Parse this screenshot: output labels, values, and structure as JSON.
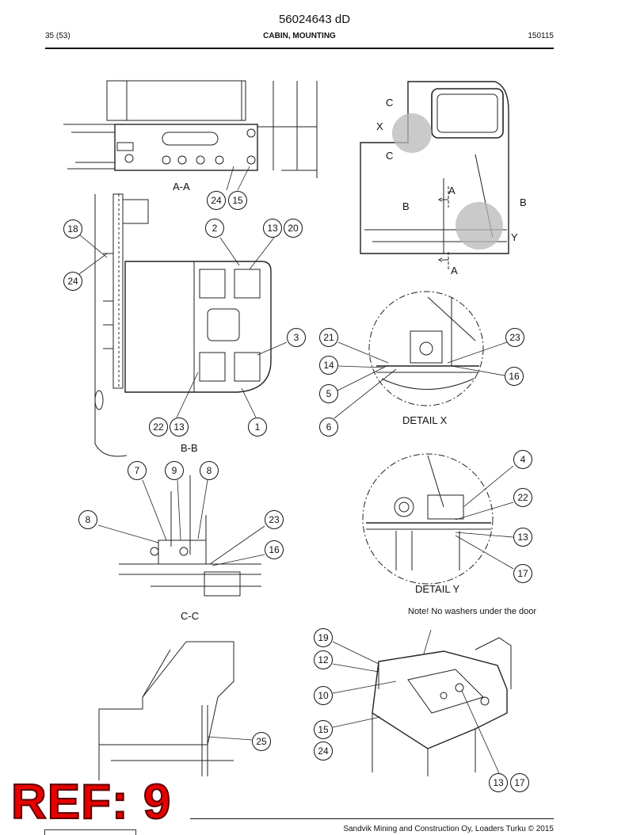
{
  "header": {
    "doc_number": "56024643 dD",
    "page": "35 (53)",
    "section": "CABIN, MOUNTING",
    "date": "150115"
  },
  "views": {
    "aa": "A-A",
    "bb": "B-B",
    "cc": "C-C",
    "detail_x": "DETAIL X",
    "detail_y": "DETAIL Y",
    "markers": {
      "c1": "C",
      "x": "X",
      "c2": "C",
      "a1": "A",
      "b1": "B",
      "b2": "B",
      "y": "Y",
      "a2": "A"
    }
  },
  "note": "Note! No washers under the door",
  "callouts": [
    "24",
    "15",
    "18",
    "2",
    "13",
    "20",
    "24",
    "3",
    "22",
    "13",
    "1",
    "21",
    "23",
    "14",
    "16",
    "5",
    "6",
    "7",
    "9",
    "8",
    "8",
    "23",
    "16",
    "4",
    "22",
    "13",
    "17",
    "19",
    "12",
    "10",
    "15",
    "24",
    "25",
    "13",
    "17"
  ],
  "ref_stamp": "REF: 9",
  "footer": "Sandvik Mining and Construction Oy, Loaders Turku © 2015"
}
